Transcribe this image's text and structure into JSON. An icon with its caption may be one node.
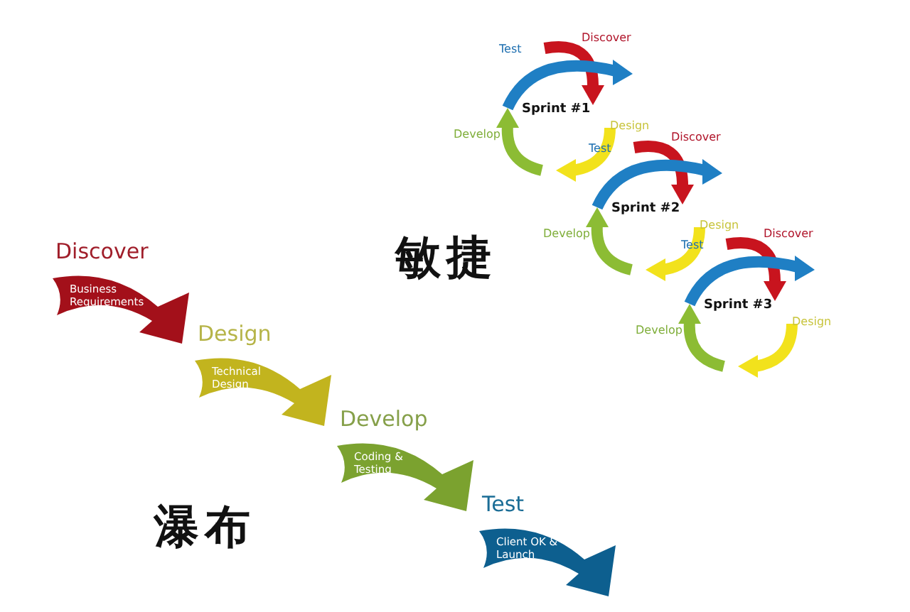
{
  "diagram": {
    "nodes": [
      {
        "text": [
          "Discover",
          "Test",
          "Sprint #1",
          "Design",
          "Develop"
        ]
      },
      {
        "text": [
          "Discover",
          "Test",
          "Sprint #2",
          "Design",
          "Develop"
        ]
      },
      {
        "text": [
          "Discover",
          "Test",
          "Sprint #3",
          "Design",
          "Develop"
        ]
      },
      {
        "text": [
          "Discover",
          "Business Requirements"
        ]
      },
      {
        "text": [
          "Design",
          "Technical Design"
        ]
      },
      {
        "text": [
          "Develop",
          "Coding & Testing"
        ]
      },
      {
        "text": [
          "Test",
          "Client OK & Launch"
        ]
      }
    ],
    "labels": [
      "敏捷",
      "瀑布"
    ]
  }
}
